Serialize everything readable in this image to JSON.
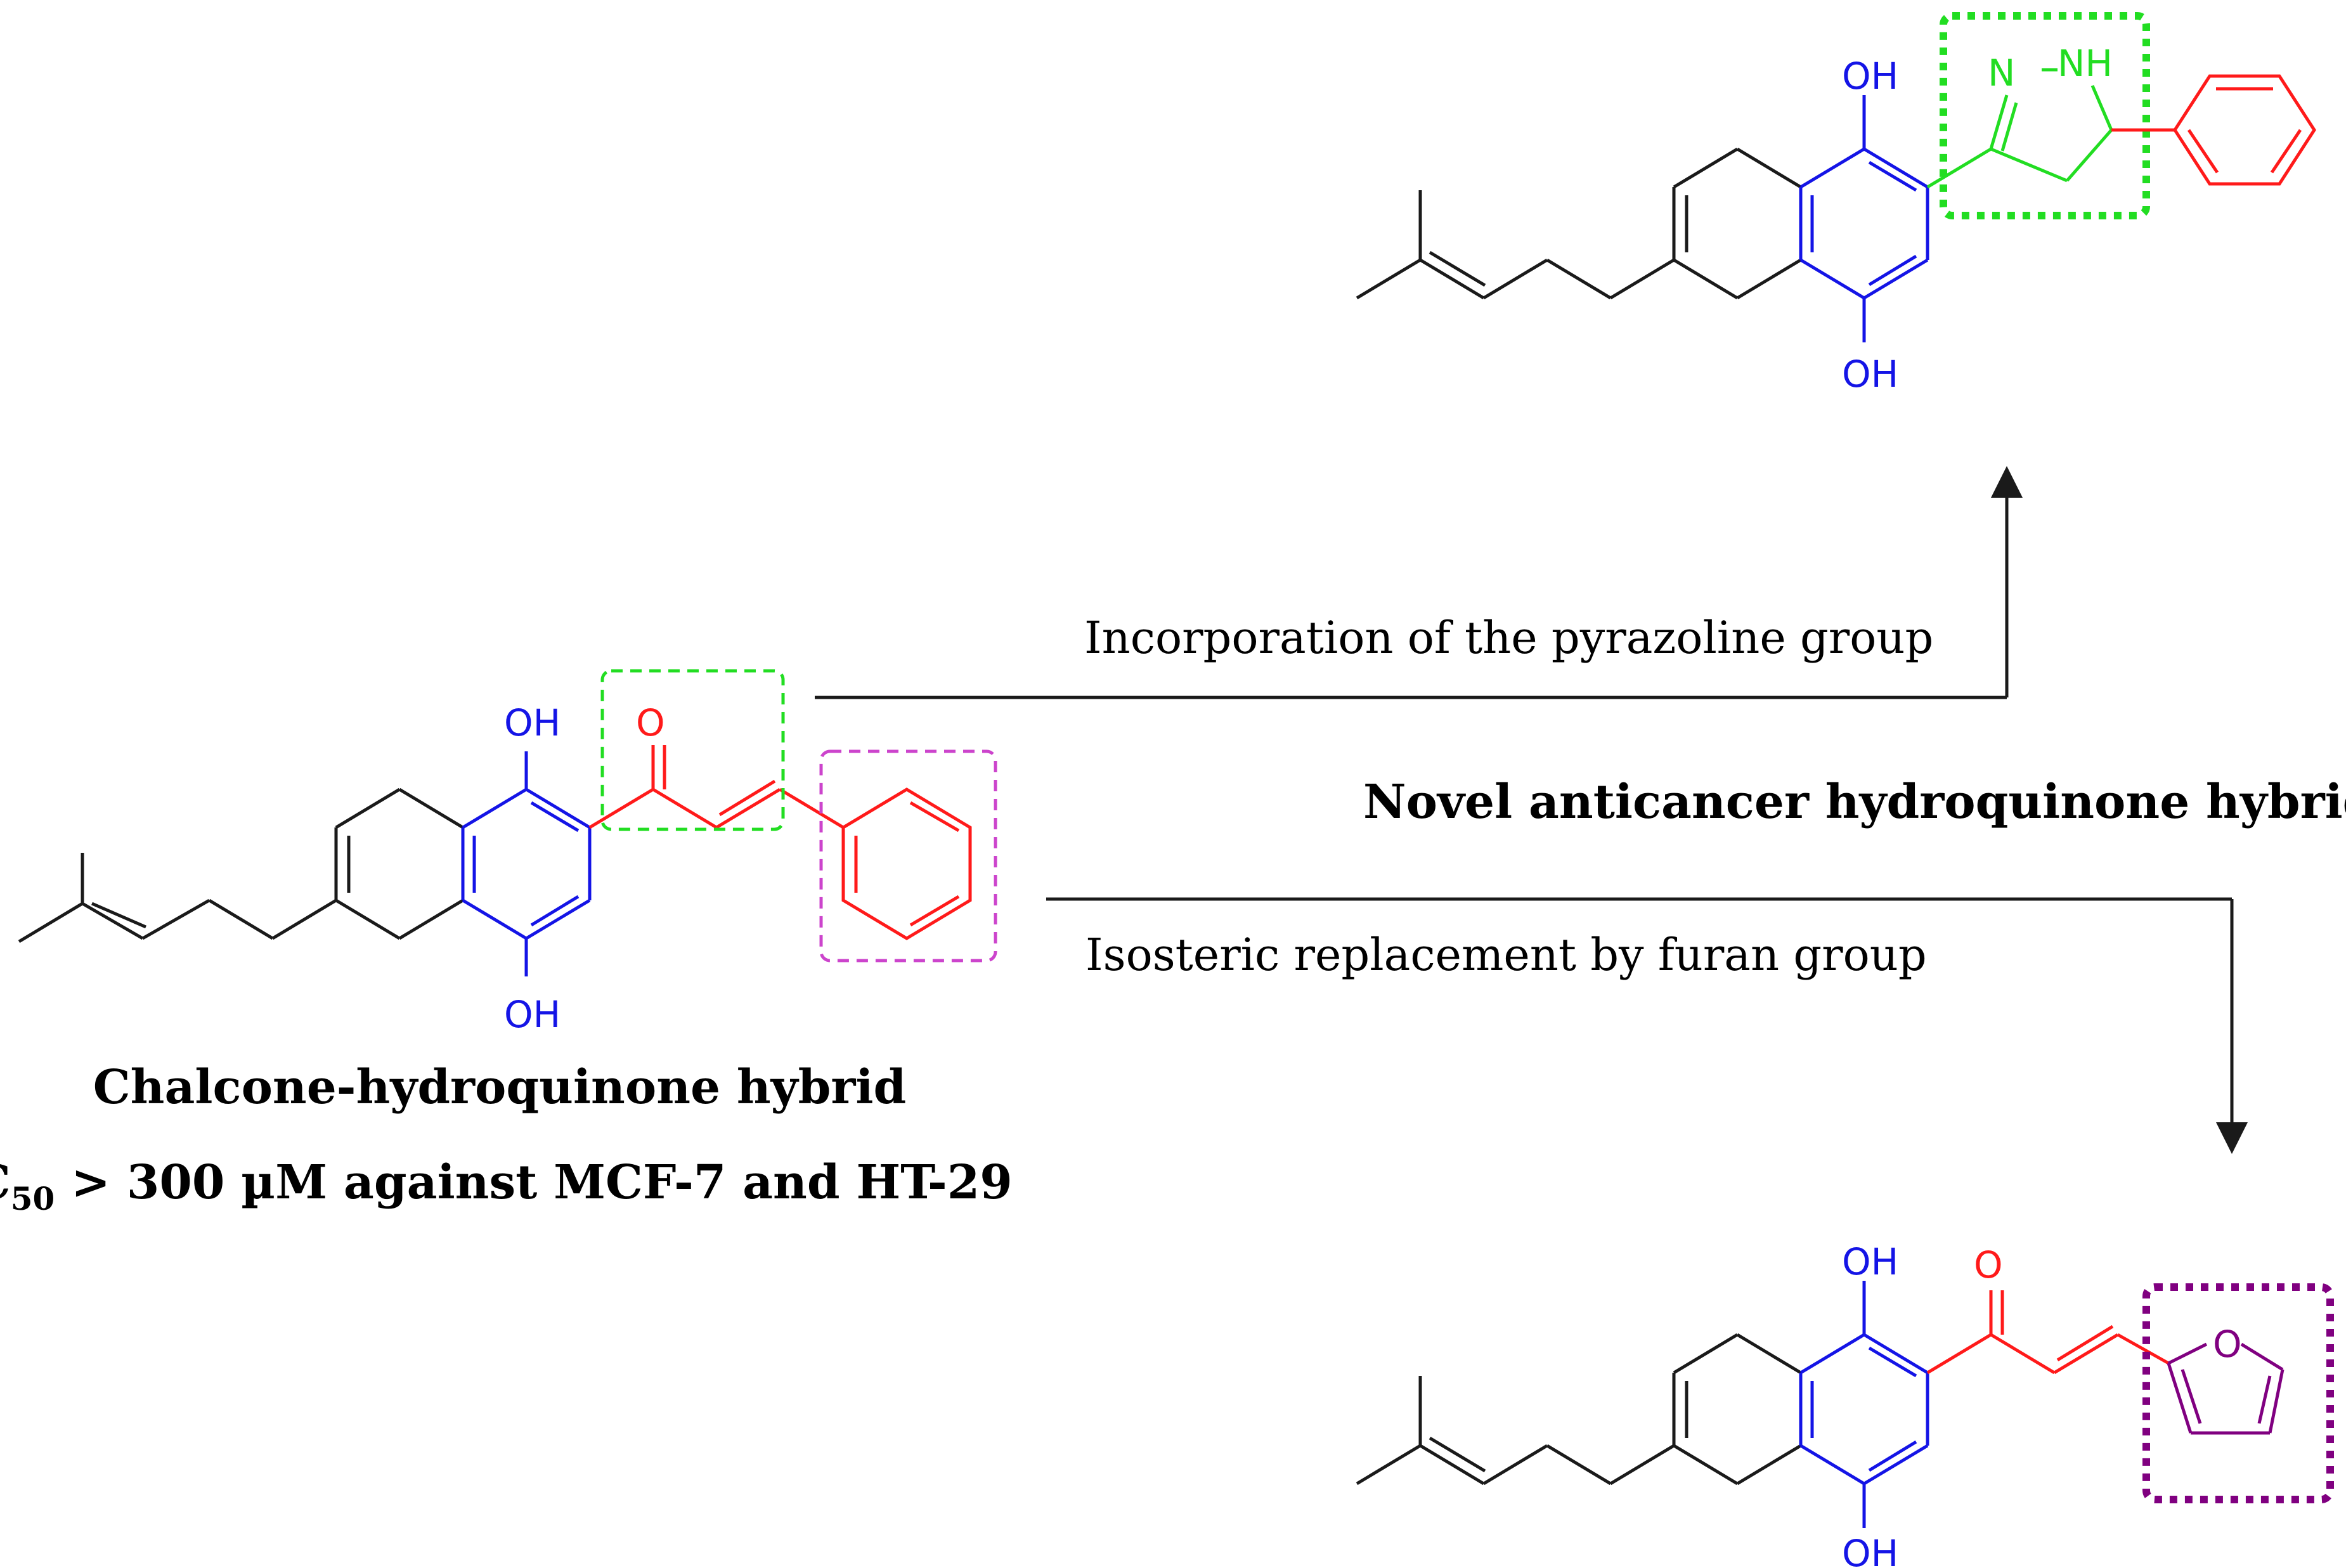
{
  "colors": {
    "black": "#1a1a1a",
    "blue": "#1414e6",
    "red": "#ff1a1a",
    "green": "#22dd22",
    "magenta": "#cc44cc",
    "purple": "#800080"
  },
  "labels": {
    "oh": "OH",
    "o": "O",
    "n": "N",
    "nh": "NH"
  },
  "arrows": {
    "pyrazoline": "Incorporation of the pyrazoline group",
    "furan": "Isosteric replacement by furan group",
    "title": "Novel anticancer hydroquinone hybrids"
  },
  "caption": {
    "name": "Chalcone-hydroquinone hybrid",
    "ic_prefix": "IC",
    "ic_sub": "50",
    "ic_rest": " > 300 µM against MCF-7 and HT-29"
  }
}
